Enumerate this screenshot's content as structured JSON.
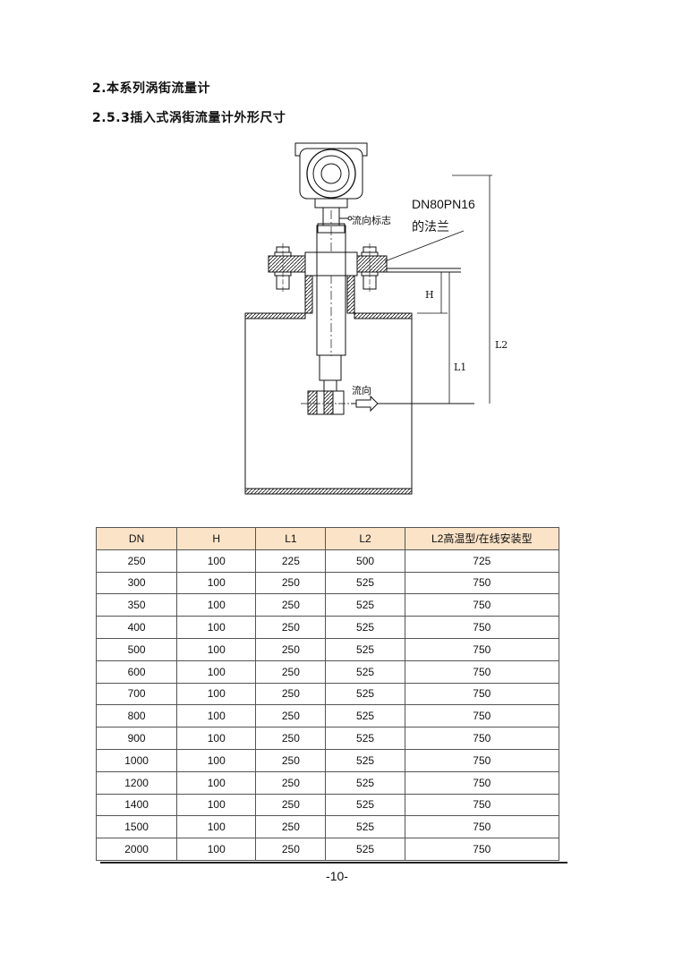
{
  "headings": {
    "section": "2.本系列涡街流量计",
    "subsection": "2.5.3插入式涡街流量计外形尺寸"
  },
  "diagram": {
    "flange_spec": "DN80PN16",
    "flange_suffix": "的法兰",
    "flow_mark": "流向标志",
    "flow": "流向",
    "dim_h": "H",
    "dim_l1": "L1",
    "dim_l2": "L2"
  },
  "table": {
    "columns": [
      "DN",
      "H",
      "L1",
      "L2",
      "L2高温型/在线安装型"
    ],
    "rows": [
      [
        "250",
        "100",
        "225",
        "500",
        "725"
      ],
      [
        "300",
        "100",
        "250",
        "525",
        "750"
      ],
      [
        "350",
        "100",
        "250",
        "525",
        "750"
      ],
      [
        "400",
        "100",
        "250",
        "525",
        "750"
      ],
      [
        "500",
        "100",
        "250",
        "525",
        "750"
      ],
      [
        "600",
        "100",
        "250",
        "525",
        "750"
      ],
      [
        "700",
        "100",
        "250",
        "525",
        "750"
      ],
      [
        "800",
        "100",
        "250",
        "525",
        "750"
      ],
      [
        "900",
        "100",
        "250",
        "525",
        "750"
      ],
      [
        "1000",
        "100",
        "250",
        "525",
        "750"
      ],
      [
        "1200",
        "100",
        "250",
        "525",
        "750"
      ],
      [
        "1400",
        "100",
        "250",
        "525",
        "750"
      ],
      [
        "1500",
        "100",
        "250",
        "525",
        "750"
      ],
      [
        "2000",
        "100",
        "250",
        "525",
        "750"
      ]
    ]
  },
  "footer": {
    "page_number": "-10-"
  },
  "colors": {
    "header_fill": "#fbe3c7",
    "line": "#111111"
  }
}
